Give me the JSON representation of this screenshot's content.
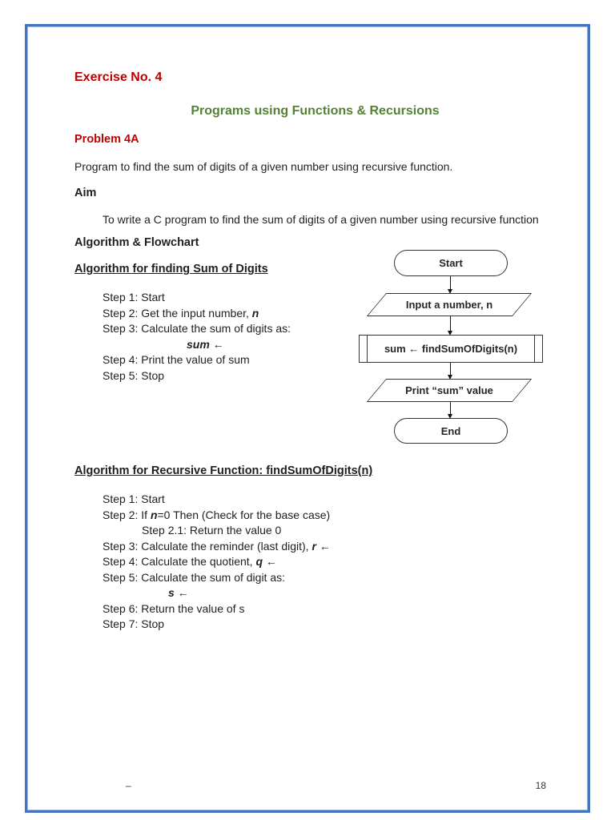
{
  "page": {
    "title": "Exercise No. 4",
    "subtitle": "Programs using Functions & Recursions",
    "problem_label": "Problem 4A",
    "problem_text": "Program to find the sum of digits of a given number using recursive function.",
    "aim_label": "Aim",
    "aim_text": "To write a C program to find the sum of digits of a given number using recursive function",
    "algo_flowchart_label": "Algorithm & Flowchart",
    "algorithm1": {
      "heading": "Algorithm for finding Sum of Digits",
      "steps": [
        {
          "indent": 0,
          "parts": [
            {
              "t": "Step 1: Start"
            }
          ]
        },
        {
          "indent": 0,
          "parts": [
            {
              "t": "Step 2: Get the input number, "
            },
            {
              "t": "n",
              "bi": true
            }
          ]
        },
        {
          "indent": 0,
          "parts": [
            {
              "t": "Step 3: Calculate the sum of digits as:"
            }
          ]
        },
        {
          "indent": 2,
          "parts": [
            {
              "t": "sum",
              "bi": true
            },
            {
              "t": " ←",
              "b": true
            }
          ]
        },
        {
          "indent": 0,
          "parts": [
            {
              "t": "Step 4: Print the value of sum"
            }
          ]
        },
        {
          "indent": 0,
          "parts": [
            {
              "t": "Step 5: Stop"
            }
          ]
        }
      ]
    },
    "algorithm2": {
      "heading": "Algorithm for Recursive Function: findSumOfDigits(n)",
      "steps": [
        {
          "indent": 0,
          "parts": [
            {
              "t": "Step 1: Start"
            }
          ]
        },
        {
          "indent": 0,
          "parts": [
            {
              "t": "Step 2: If "
            },
            {
              "t": "n",
              "bi": true
            },
            {
              "t": "=0 Then (Check for the base case)"
            }
          ]
        },
        {
          "indent": 1,
          "parts": [
            {
              "t": "Step 2.1: Return the value 0"
            }
          ]
        },
        {
          "indent": 0,
          "parts": [
            {
              "t": "Step 3: Calculate the reminder (last digit), "
            },
            {
              "t": "r",
              "bi": true
            },
            {
              "t": " ←",
              "b": true
            }
          ]
        },
        {
          "indent": 0,
          "parts": [
            {
              "t": "Step 4: Calculate the quotient, "
            },
            {
              "t": "q",
              "bi": true
            },
            {
              "t": " ←",
              "b": true
            }
          ]
        },
        {
          "indent": 0,
          "parts": [
            {
              "t": "Step 5: Calculate the sum of digit as:"
            }
          ]
        },
        {
          "indent": 3,
          "parts": [
            {
              "t": "s",
              "bi": true
            },
            {
              "t": " ←",
              "b": true
            }
          ]
        },
        {
          "indent": 0,
          "parts": [
            {
              "t": "Step 6: Return the value of s"
            }
          ]
        },
        {
          "indent": 0,
          "parts": [
            {
              "t": "Step 7: Stop"
            }
          ]
        }
      ]
    },
    "flowchart": {
      "nodes": [
        {
          "type": "terminator",
          "label": "Start"
        },
        {
          "type": "io",
          "label": "Input a number, n"
        },
        {
          "type": "predefined",
          "label": "sum ← findSumOfDigits(n)"
        },
        {
          "type": "io",
          "label": "Print “sum” value"
        },
        {
          "type": "terminator",
          "label": "End"
        }
      ]
    },
    "footer": {
      "dash": "–",
      "page_number": "18"
    }
  },
  "colors": {
    "heading_red": "#c00000",
    "title_green": "#538135",
    "border_blue": "#4472c4",
    "text": "#1f1f1f"
  }
}
